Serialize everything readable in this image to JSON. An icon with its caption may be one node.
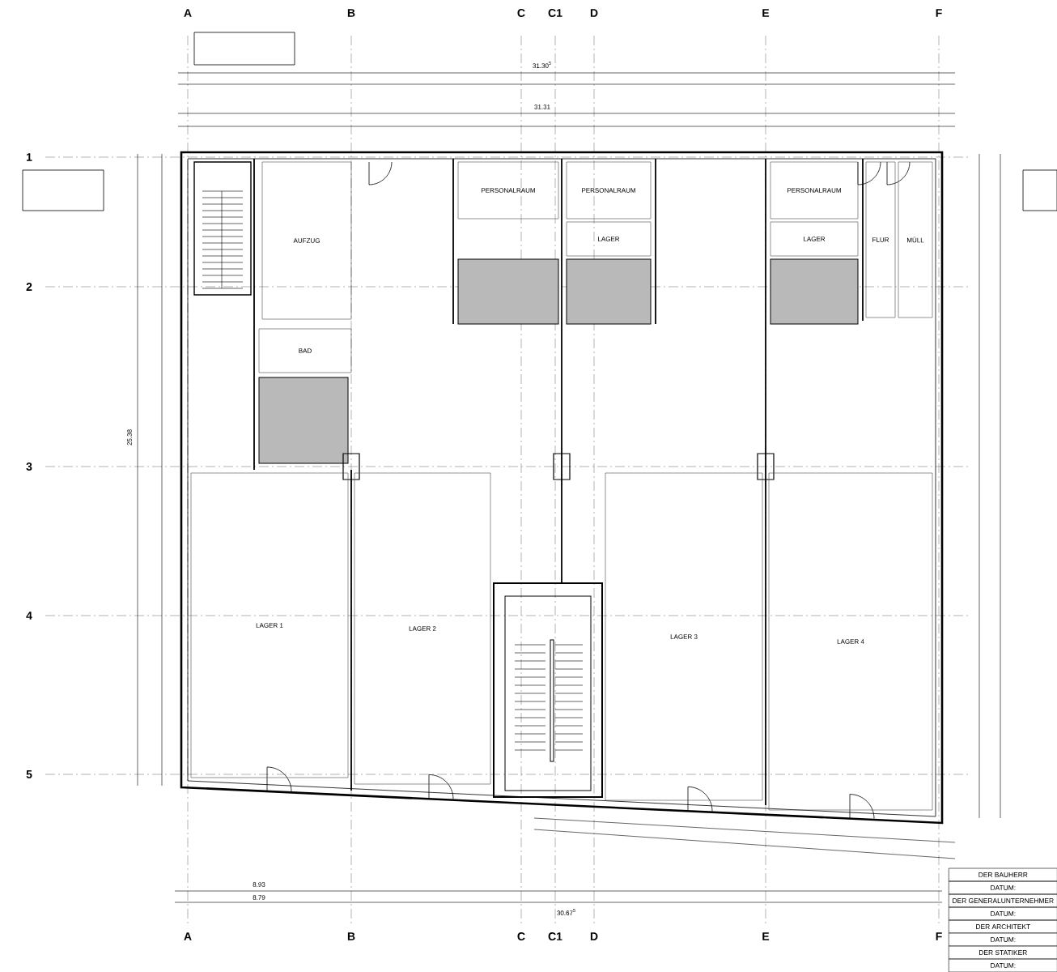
{
  "diagram": {
    "nodes": [
      {
        "text": [
          "AUFZUG"
        ]
      },
      {
        "text": [
          "BAD"
        ]
      },
      {
        "text": [
          "PERSONALRAUM"
        ]
      },
      {
        "text": [
          "PERSONALRAUM"
        ]
      },
      {
        "text": [
          "PERSONALRAUM"
        ]
      },
      {
        "text": [
          "LAGER"
        ]
      },
      {
        "text": [
          "LAGER"
        ]
      },
      {
        "text": [
          "FLUR"
        ]
      },
      {
        "text": [
          "MÜLL"
        ]
      },
      {
        "text": [
          "LAGER 1"
        ]
      },
      {
        "text": [
          "LAGER 2"
        ]
      },
      {
        "text": [
          "LAGER 3"
        ]
      },
      {
        "text": [
          "LAGER 4"
        ]
      },
      {
        "text": [
          "DER BAUHERR"
        ]
      },
      {
        "text": [
          "DATUM:"
        ]
      },
      {
        "text": [
          "DER GENERALUNTERNEHMER"
        ]
      },
      {
        "text": [
          "DATUM:"
        ]
      },
      {
        "text": [
          "DER ARCHITEKT"
        ]
      },
      {
        "text": [
          "DATUM:"
        ]
      },
      {
        "text": [
          "DER STATIKER"
        ]
      },
      {
        "text": [
          "DATUM:"
        ]
      }
    ],
    "edges": [],
    "labels": [
      "A",
      "B",
      "C",
      "C1",
      "D",
      "E",
      "F",
      "31.30$^{5}$",
      "31.31",
      "1",
      "2",
      "25.38",
      "3",
      "4",
      "5",
      "8.93",
      "8.79",
      "30.67$^{5}$",
      "A",
      "B",
      "C",
      "C1",
      "D",
      "E",
      "F"
    ]
  }
}
